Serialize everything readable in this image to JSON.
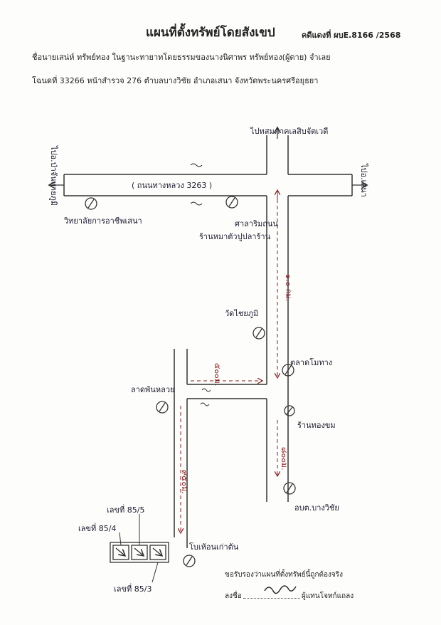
{
  "header": {
    "title": "แผนที่ตั้งทรัพย์โดยสังเขป",
    "case_no": "คดีแดงที่ ผบE.8166 /2568",
    "debtor_line": "ชื่อนายเสน่ห์  ทรัพย์ทอง ในฐานะทายาทโดยธรรมของนางนิศาพร  ทรัพย์ทอง(ผู้ตาย)  จำเลย",
    "deed_line": "โฉนดที่ 33266  หน้าสำรวจ 276  ตำบลบางวิชัย  อำเภอเสนา  จังหวัดพระนครศรีอยุธยา"
  },
  "map": {
    "road_label": "( ถนนทางหลวง 3263 )",
    "direction_top": "ไปทสมภาคเลสิบจัตเวดี",
    "direction_left": "ไปอ.ป่าจันทายภูมิ",
    "direction_right": "ไปอ.เสนา",
    "distances": [
      "๑.๐ กม.",
      "๕๐๐ม.",
      "๙๕๐ม.",
      "๘๐๐ม."
    ],
    "landmarks": [
      "วิทยาลัยการอาชีพเสนา",
      "ศาลาริมถนน",
      "ร้านหมาตัวปูปลาร้าน",
      "วัดไชยภูมิ",
      "ตลาดโมทาง",
      "ลาดพันหลวย",
      "ร้านทองขม",
      "อบต.บางวิชัย",
      "โบเห้อนเก่าต้น"
    ],
    "plots": [
      "เลขที่ 85/5",
      "เลขที่ 85/4",
      "เลขที่ 85/3"
    ]
  },
  "footer": {
    "certify": "ขอรับรองว่าแผนที่ตั้งทรัพย์นี้ถูกต้องจริง",
    "sign_label": "ลงชื่อ",
    "sign_role": "ผู้แทนโจทก์แถลง"
  }
}
